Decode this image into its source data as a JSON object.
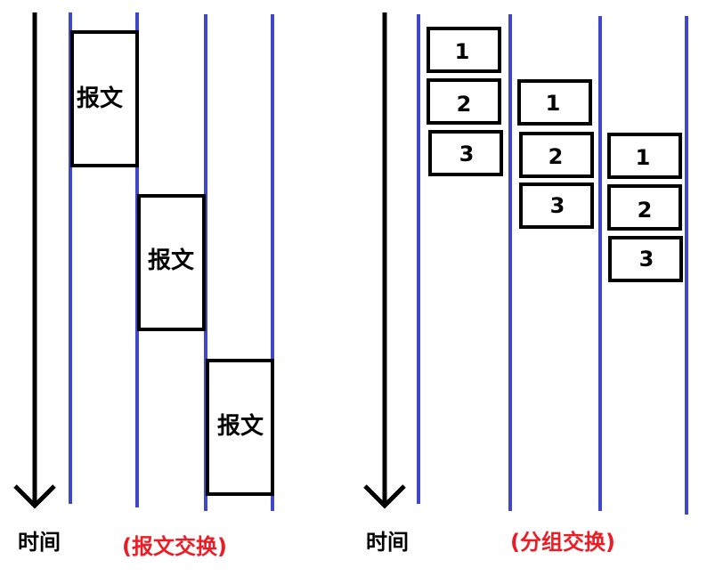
{
  "colors": {
    "node_line": "#3f48cc",
    "caption": "#ed1c24",
    "stroke": "#000000"
  },
  "message_switching": {
    "time_label": "时间",
    "caption": "(报文交换)",
    "message_label": "报文"
  },
  "packet_switching": {
    "time_label": "时间",
    "caption": "(分组交换)",
    "packet_labels": [
      "1",
      "2",
      "3"
    ]
  }
}
